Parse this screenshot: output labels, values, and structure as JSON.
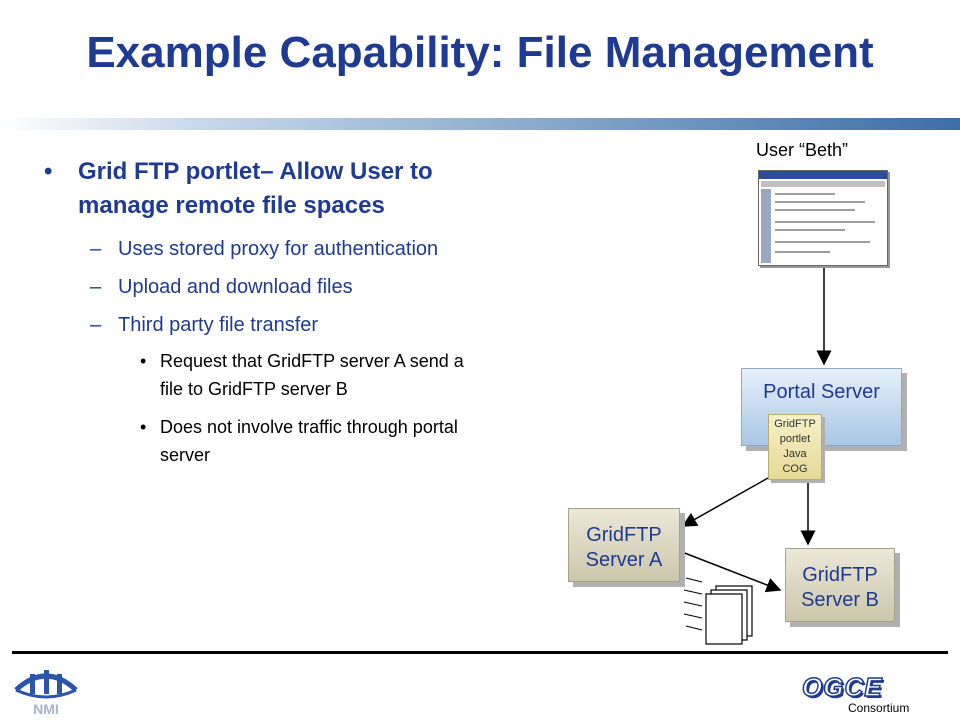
{
  "title": "Example Capability: File Management",
  "bullets": {
    "main": "Grid FTP portlet– Allow User to manage remote file spaces",
    "sub": [
      "Uses stored proxy for authentication",
      "Upload and download files",
      "Third party file transfer"
    ],
    "subsub": [
      "Request that GridFTP server A send a file to GridFTP server B",
      "Does not involve traffic through portal server"
    ]
  },
  "diagram": {
    "user_label": "User “Beth”",
    "portal_label": "Portal Server",
    "cog_lines": [
      "GridFTP",
      "portlet",
      "Java",
      "COG"
    ],
    "server_a": [
      "GridFTP",
      "Server A"
    ],
    "server_b": [
      "GridFTP",
      "Server B"
    ]
  },
  "footer": {
    "logo_left": "NMI",
    "logo_right": "OGCE",
    "logo_right_sub": "Consortium"
  },
  "colors": {
    "accent": "#1f3a93",
    "portal": "#a9c6e5",
    "server": "#ccc6ab",
    "cog": "#e6da96"
  }
}
